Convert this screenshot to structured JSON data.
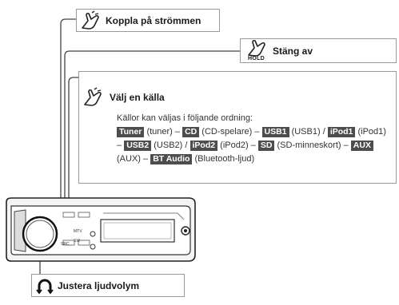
{
  "callouts": {
    "power_on": {
      "label": "Koppla på strömmen",
      "icon": "finger-press-icon"
    },
    "power_off": {
      "label": "Stäng av",
      "icon": "finger-hold-icon",
      "hold_text": "HOLD"
    },
    "select_source": {
      "label": "Välj en källa",
      "icon": "finger-press-icon",
      "intro": "Källor kan väljas i följande ordning:",
      "sources": [
        {
          "chip": "Tuner",
          "desc": "(tuner)",
          "sep": " – "
        },
        {
          "chip": "CD",
          "desc": "(CD-spelare)",
          "sep": " – "
        },
        {
          "chip": "USB1",
          "desc": "(USB1)",
          "sep": " / "
        },
        {
          "chip": "iPod1",
          "desc": "(iPod1)",
          "sep": " – "
        },
        {
          "chip": "USB2",
          "desc": "(USB2)",
          "sep": " / "
        },
        {
          "chip": "iPod2",
          "desc": "(iPod2)",
          "sep": " – "
        },
        {
          "chip": "SD",
          "desc": "(SD-minneskort)",
          "sep": " – "
        },
        {
          "chip": "AUX",
          "desc": "(AUX)",
          "sep": " – "
        },
        {
          "chip": "BT Audio",
          "desc": "(Bluetooth-ljud)",
          "sep": ""
        }
      ]
    },
    "volume": {
      "label": "Justera ljudvolym",
      "icon": "rotate-knob-icon"
    }
  },
  "head_unit": {
    "buttons": [
      "SRC",
      "MTV",
      "SW"
    ],
    "icon": "car-stereo-head-unit-icon"
  }
}
